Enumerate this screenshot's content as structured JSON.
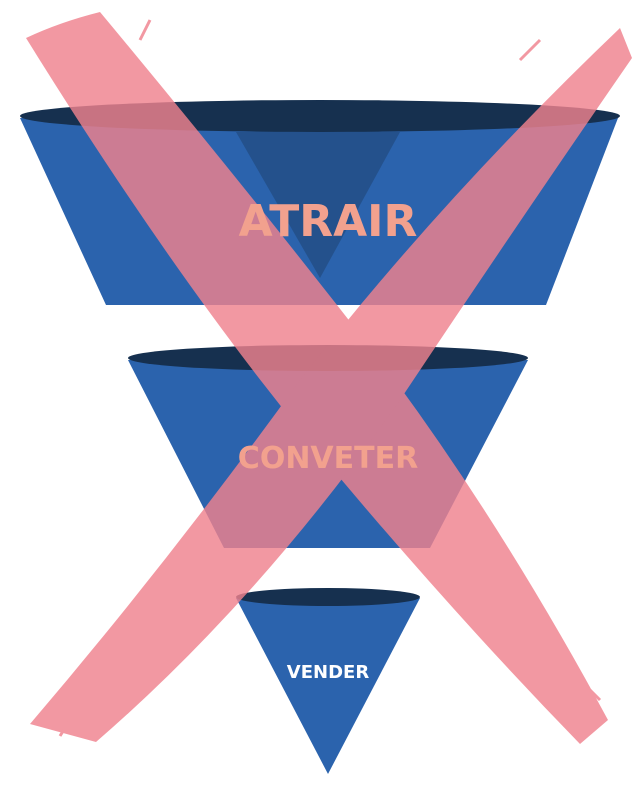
{
  "funnel": {
    "stages": [
      {
        "label": "ATRAIR"
      },
      {
        "label": "CONVETER"
      },
      {
        "label": "VENDER"
      }
    ]
  },
  "colors": {
    "funnel_blue": "#2b63ad",
    "funnel_rim": "#16304f",
    "cross_pink": "#f0828e",
    "overlap_plum": "#9e4f6e",
    "label_salmon": "#f2a18e",
    "label_white": "#ffffff"
  },
  "icons": {
    "cross": "brush-stroke-x-icon"
  }
}
